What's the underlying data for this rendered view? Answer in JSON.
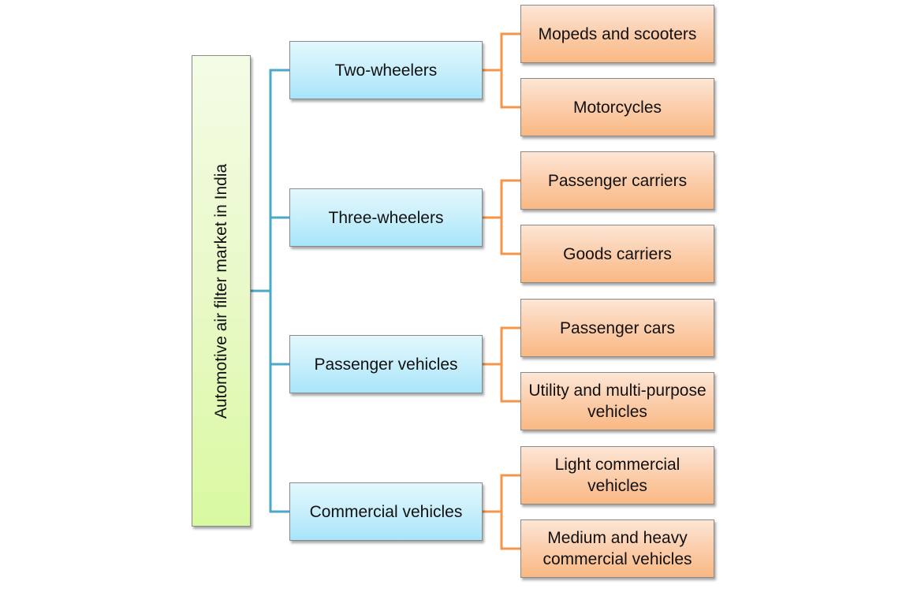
{
  "diagram": {
    "root": {
      "label": "Automotive air filter market in India"
    },
    "categories": [
      {
        "label": "Two-wheelers",
        "children": [
          "Mopeds and scooters",
          "Motorcycles"
        ]
      },
      {
        "label": "Three-wheelers",
        "children": [
          "Passenger carriers",
          "Goods carriers"
        ]
      },
      {
        "label": "Passenger vehicles",
        "children": [
          "Passenger cars",
          "Utility and multi-purpose vehicles"
        ]
      },
      {
        "label": "Commercial vehicles",
        "children": [
          "Light commercial vehicles",
          "Medium and heavy commercial vehicles"
        ]
      }
    ],
    "colors": {
      "root_connector": "#4aa8c8",
      "child_connector": "#f4954a",
      "root_fill": "#e2f8b6",
      "category_fill": "#c4edfb",
      "leaf_fill": "#fbcba7"
    }
  }
}
